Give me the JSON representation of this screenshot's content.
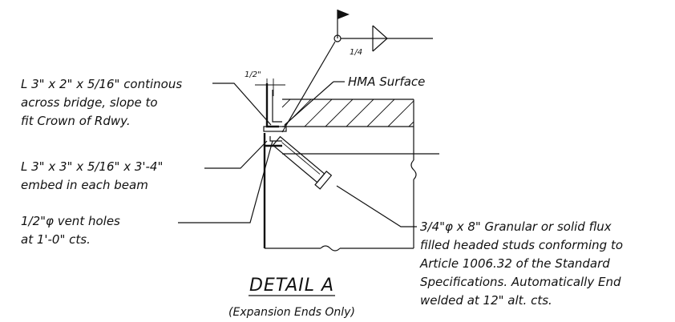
{
  "labels": {
    "angle_top": "L 3\" x 2\" x 5/16\" continous",
    "angle_top_2": "across bridge, slope to",
    "angle_top_3": "fit Crown of Rdwy.",
    "angle_embed": "L 3\" x 3\" x 5/16\" x 3'-4\"",
    "angle_embed_2": "embed in each beam",
    "vent_1": "1/2\"φ vent holes",
    "vent_2": "at 1'-0\" cts.",
    "surface": "HMA Surface",
    "dim_half": "1/2\"",
    "weld_size": "1/4",
    "studs_1": "3/4\"φ x 8\" Granular or solid flux",
    "studs_2": "filled headed studs conforming to",
    "studs_3": "Article 1006.32 of the Standard",
    "studs_4": "Specifications. Automatically End",
    "studs_5": "welded at 12\" alt. cts."
  },
  "title": {
    "main": "DETAIL A",
    "sub": "(Expansion Ends Only)"
  },
  "colors": {
    "ink": "#111111",
    "background": "#ffffff"
  }
}
